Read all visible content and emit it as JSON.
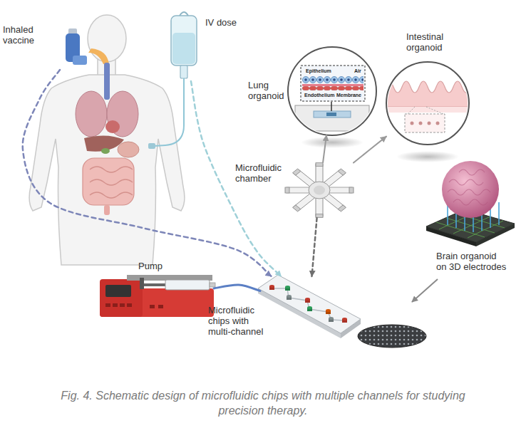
{
  "diagram": {
    "caption": "Fig. 4. Schematic design of microfluidic chips with multiple channels for studying precision therapy.",
    "nodes": [
      {
        "text": [
          "Inhaled vaccine"
        ]
      },
      {
        "text": [
          "IV dose"
        ]
      },
      {
        "text": [
          "Lung organoid"
        ]
      },
      {
        "text": [
          "Intestinal organoid"
        ]
      },
      {
        "text": [
          "Microfluidic chamber"
        ]
      },
      {
        "text": [
          "Brain organoid on 3D electrodes"
        ]
      },
      {
        "text": [
          "Pump"
        ]
      },
      {
        "text": [
          "Microfluidic chips with multi-channel"
        ]
      }
    ],
    "edges": [
      {
        "from": 0,
        "to": 7,
        "arrow": "to"
      },
      {
        "from": 1,
        "to": 7,
        "arrow": "to"
      },
      {
        "from": 4,
        "to": 2,
        "arrow": "to"
      },
      {
        "from": 4,
        "to": 3,
        "arrow": "to"
      },
      {
        "from": 4,
        "to": 7,
        "arrow": "to"
      },
      {
        "from": 6,
        "to": 7,
        "arrow": "none"
      }
    ],
    "labels": [
      "Epithelium",
      "Air",
      "Endothelium",
      "Membrane"
    ]
  }
}
